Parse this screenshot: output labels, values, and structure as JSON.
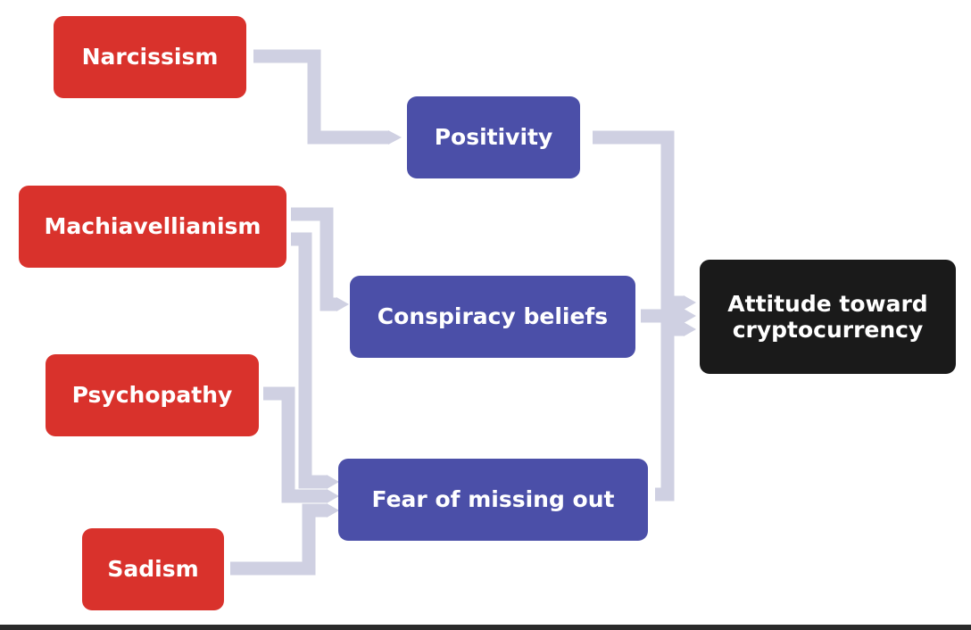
{
  "colors": {
    "trait": "#d9322c",
    "mediator": "#4b4fa8",
    "outcome": "#1a1a1a",
    "connector": "#cfd0e2",
    "text": "#ffffff"
  },
  "traits": {
    "narcissism": "Narcissism",
    "machiavellianism": "Machiavellianism",
    "psychopathy": "Psychopathy",
    "sadism": "Sadism"
  },
  "mediators": {
    "positivity": "Positivity",
    "conspiracy": "Conspiracy beliefs",
    "fomo": "Fear of missing out"
  },
  "outcome": {
    "label": "Attitude toward cryptocurrency"
  },
  "edges": [
    {
      "from": "Narcissism",
      "to": "Positivity"
    },
    {
      "from": "Machiavellianism",
      "to": "Conspiracy beliefs"
    },
    {
      "from": "Machiavellianism",
      "to": "Fear of missing out"
    },
    {
      "from": "Psychopathy",
      "to": "Fear of missing out"
    },
    {
      "from": "Sadism",
      "to": "Fear of missing out"
    },
    {
      "from": "Positivity",
      "to": "Attitude toward cryptocurrency"
    },
    {
      "from": "Conspiracy beliefs",
      "to": "Attitude toward cryptocurrency"
    },
    {
      "from": "Fear of missing out",
      "to": "Attitude toward cryptocurrency"
    }
  ]
}
